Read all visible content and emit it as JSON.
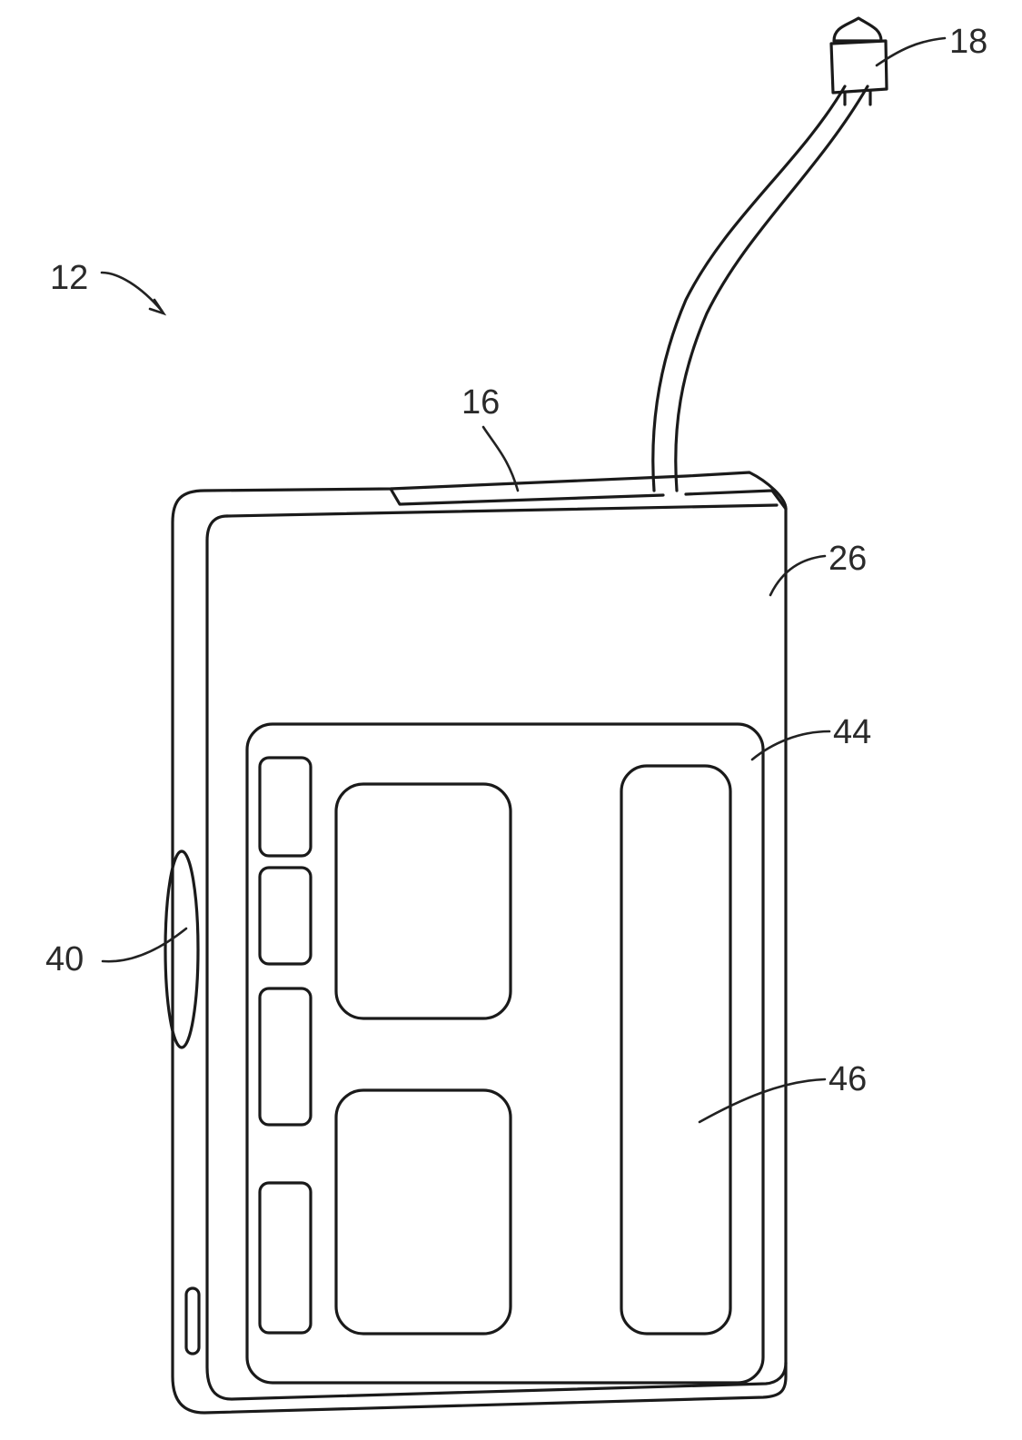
{
  "figure": {
    "subject": "portable medical device, front perspective view",
    "line_color": "#1a1a1a",
    "background": "#ffffff"
  },
  "labels": {
    "device": "12",
    "port": "16",
    "connector": "18",
    "housing_face": "26",
    "side_button": "40",
    "display_panel": "44",
    "display_window": "46"
  }
}
